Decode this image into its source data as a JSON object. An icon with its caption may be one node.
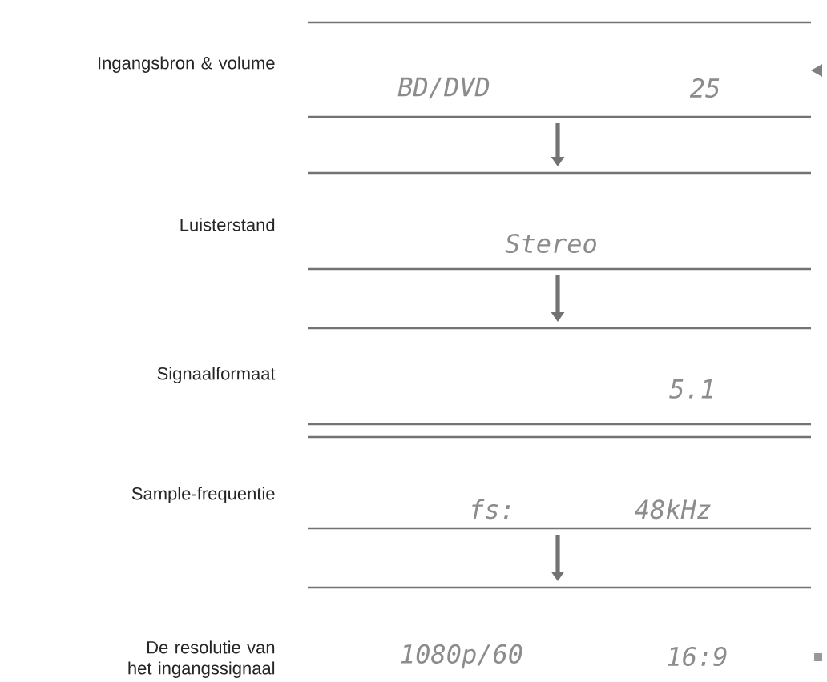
{
  "diagram": {
    "nodes": [
      {
        "text": [
          "BD/DVD",
          "25"
        ],
        "beside": [
          "Ingangsbron & volume"
        ]
      },
      {
        "text": [
          "Stereo"
        ],
        "beside": [
          "Luisterstand"
        ]
      },
      {
        "text": [
          "5.1"
        ],
        "beside": [
          "Signaalformaat"
        ]
      },
      {
        "text": [
          "fs:",
          "48kHz"
        ],
        "beside": [
          "Sample-frequentie"
        ]
      },
      {
        "text": [
          "1080p/60",
          "16:9"
        ],
        "beside": [
          "De resolutie van het ingangssignaal"
        ]
      }
    ],
    "edges": [
      {
        "from": 0,
        "to": 1,
        "arrow": "to"
      },
      {
        "from": 1,
        "to": 2,
        "arrow": "to"
      },
      {
        "from": 3,
        "to": 4,
        "arrow": "to"
      }
    ]
  }
}
